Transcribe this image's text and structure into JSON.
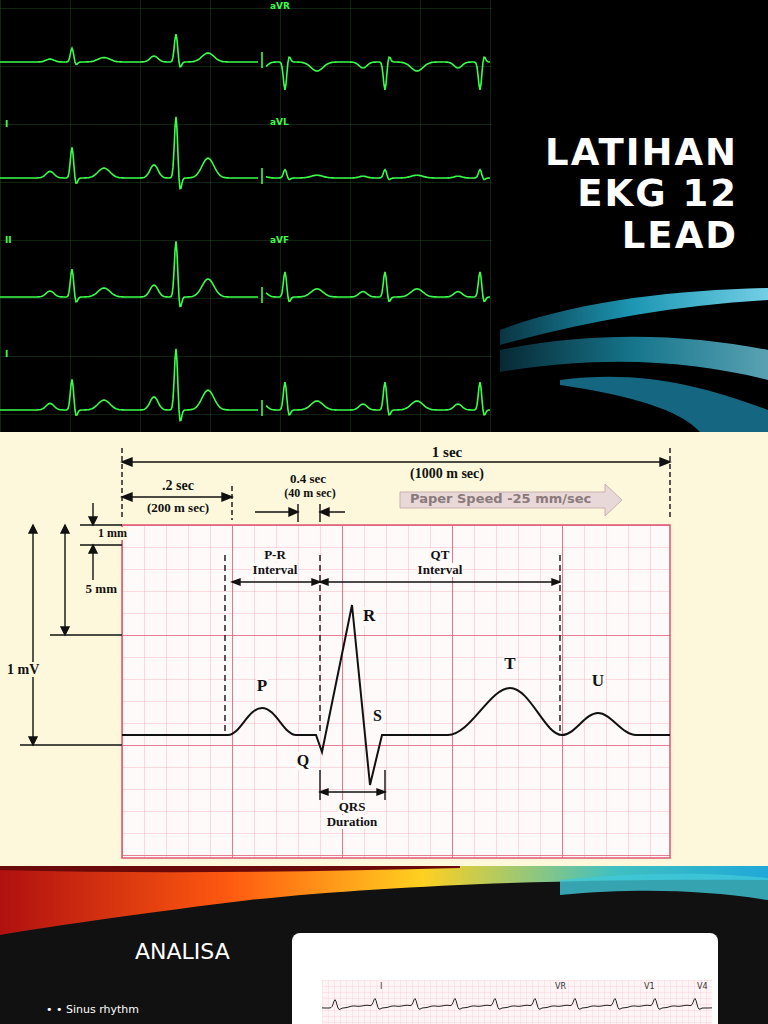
{
  "diagram": {
    "title": "LATIHAN EKG 12 LEAD",
    "labels": [
      "aVR",
      "I",
      "aVL",
      "II",
      "aVF",
      "I",
      "1 sec",
      "(1000 m sec)",
      ".2 sec",
      "(200 m sec)",
      "0.4 sec",
      "(40 m sec)",
      "Paper Speed -25 mm/sec",
      "1 mm",
      "5 mm",
      "1 mV",
      "P-R",
      "Interval",
      "QT",
      "Interval",
      "R",
      "P",
      "T",
      "U",
      "Q",
      "S",
      "QRS",
      "Duration",
      "ANALISA",
      "• • Sinus rhythm",
      "I",
      "VR",
      "V1",
      "V4"
    ]
  }
}
